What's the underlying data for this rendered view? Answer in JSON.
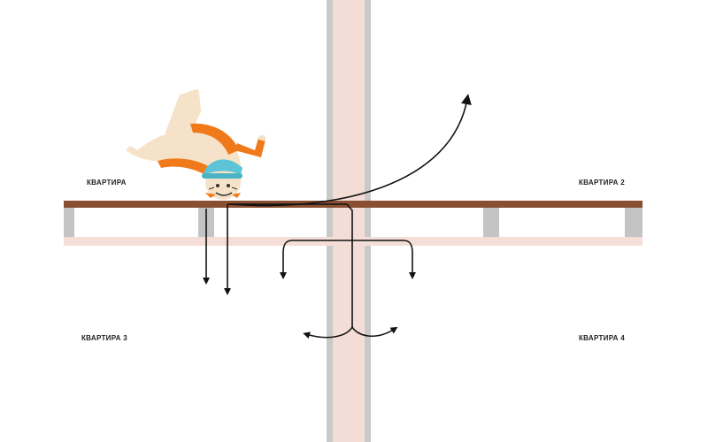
{
  "rooms": {
    "top_left": "КВАРТИРА",
    "top_right": "КВАРТИРА 2",
    "bottom_left": "КВАРТИРА 3",
    "bottom_right": "КВАРТИРА 4"
  },
  "colors": {
    "wall_pink": "#f3ddd6",
    "wall_gray": "#c9c9c9",
    "floor_brown": "#8a4f32",
    "joist_gray": "#c4c4c4",
    "ceiling_pink": "#f4ded7",
    "arrow": "#111111",
    "person_skin": "#f6e2c8",
    "person_orange": "#f07a1a",
    "person_cap": "#5cc4d6"
  },
  "icons": {
    "person": "dancing-person-icon",
    "arrows": "sound-path-arrow-icon"
  }
}
